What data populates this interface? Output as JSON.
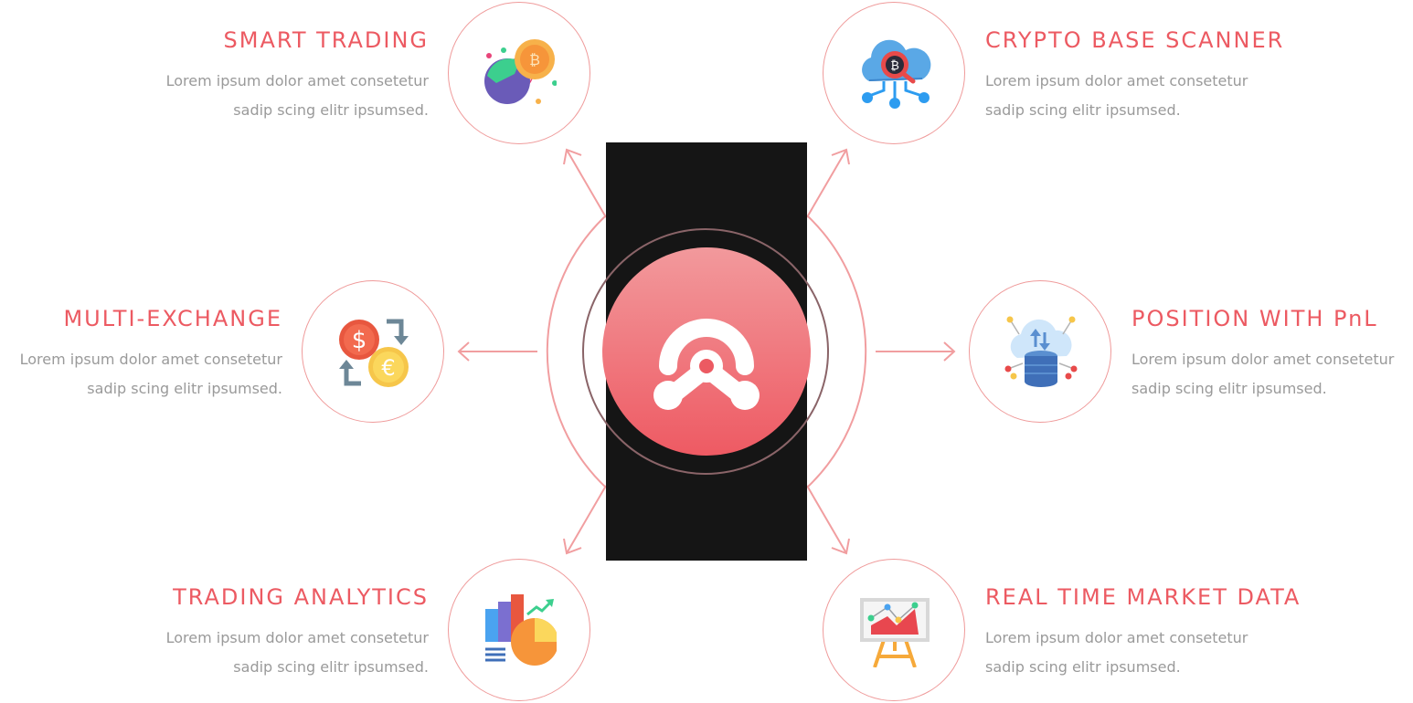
{
  "colors": {
    "accent": "#ec5a62",
    "line": "#f19ea0",
    "text_muted": "#9a9a9a",
    "panel": "#151515"
  },
  "center": {
    "logo_icon": "network-logo-icon"
  },
  "features": {
    "smart_trading": {
      "title": "SMART TRADING",
      "line1": "Lorem ipsum dolor amet consetetur",
      "line2": "sadip scing elitr ipsumsed.",
      "icon": "bitcoin-planet-icon"
    },
    "crypto_scanner": {
      "title": "CRYPTO BASE SCANNER",
      "line1": "Lorem ipsum dolor amet consetetur",
      "line2": "sadip scing elitr ipsumsed.",
      "icon": "bitcoin-cloud-scanner-icon"
    },
    "multi_exchange": {
      "title": "MULTI-EXCHANGE",
      "line1": "Lorem ipsum dolor amet consetetur",
      "line2": "sadip scing elitr ipsumsed.",
      "icon": "currency-exchange-icon"
    },
    "position_pnl": {
      "title": "POSITION WITH PnL",
      "line1": "Lorem ipsum dolor amet consetetur",
      "line2": "sadip scing elitr ipsumsed.",
      "icon": "cloud-database-icon"
    },
    "trading_analytics": {
      "title": "TRADING ANALYTICS",
      "line1": "Lorem ipsum dolor amet consetetur",
      "line2": "sadip scing elitr ipsumsed.",
      "icon": "analytics-chart-icon"
    },
    "market_data": {
      "title": "REAL TIME MARKET DATA",
      "line1": "Lorem ipsum dolor amet consetetur",
      "line2": "sadip scing elitr ipsumsed.",
      "icon": "easel-chart-icon"
    }
  }
}
